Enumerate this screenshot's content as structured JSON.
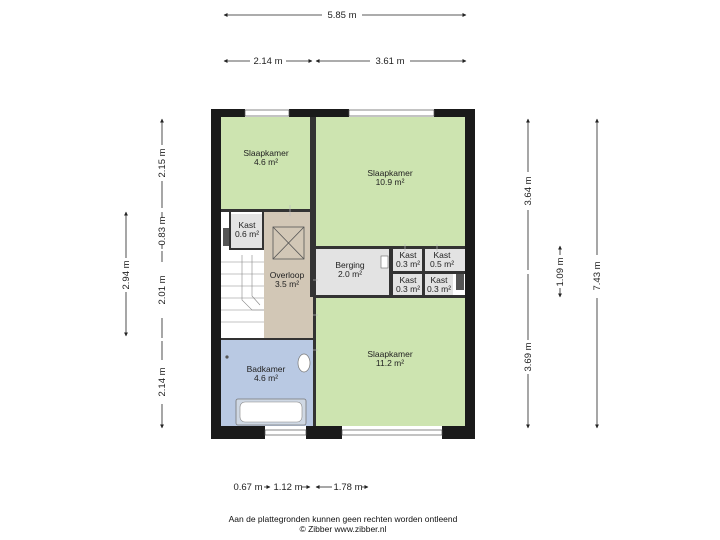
{
  "rooms": {
    "slaapkamer_1": {
      "name": "Slaapkamer",
      "area": "4.6 m²"
    },
    "slaapkamer_2": {
      "name": "Slaapkamer",
      "area": "10.9 m²"
    },
    "kast_1": {
      "name": "Kast",
      "area": "0.6 m²"
    },
    "overloop": {
      "name": "Overloop",
      "area": "3.5 m²"
    },
    "berging": {
      "name": "Berging",
      "area": "2.0 m²"
    },
    "kast_2": {
      "name": "Kast",
      "area": "0.3 m²"
    },
    "kast_3": {
      "name": "Kast",
      "area": "0.5 m²"
    },
    "kast_4": {
      "name": "Kast",
      "area": "0.3 m²"
    },
    "kast_5": {
      "name": "Kast",
      "area": "0.3 m²"
    },
    "badkamer": {
      "name": "Badkamer",
      "area": "4.6 m²"
    },
    "slaapkamer_3": {
      "name": "Slaapkamer",
      "area": "11.2 m²"
    }
  },
  "dimensions": {
    "top_total": "5.85 m",
    "top_left": "2.14 m",
    "top_right": "3.61 m",
    "left_outer": "2.94 m",
    "left_1": "2.15 m",
    "left_2": "0.83 m",
    "left_3": "2.01 m",
    "left_4": "2.14 m",
    "right_1": "3.64 m",
    "right_2": "3.69 m",
    "right_mid": "1.09 m",
    "right_total": "7.43 m",
    "bottom_1": "0.67 m",
    "bottom_2": "1.12 m",
    "bottom_3": "1.78 m"
  },
  "footer": {
    "line1": "Aan de plattegronden kunnen geen rechten worden ontleend",
    "line2": "© Zibber www.zibber.nl"
  },
  "colors": {
    "wall": "#1a1a1a",
    "bedroom": "#cde4b0",
    "landing": "#d2c7b6",
    "bathroom": "#b9c9e3",
    "storage": "#e3e3e3",
    "stairs": "#ffffff"
  }
}
